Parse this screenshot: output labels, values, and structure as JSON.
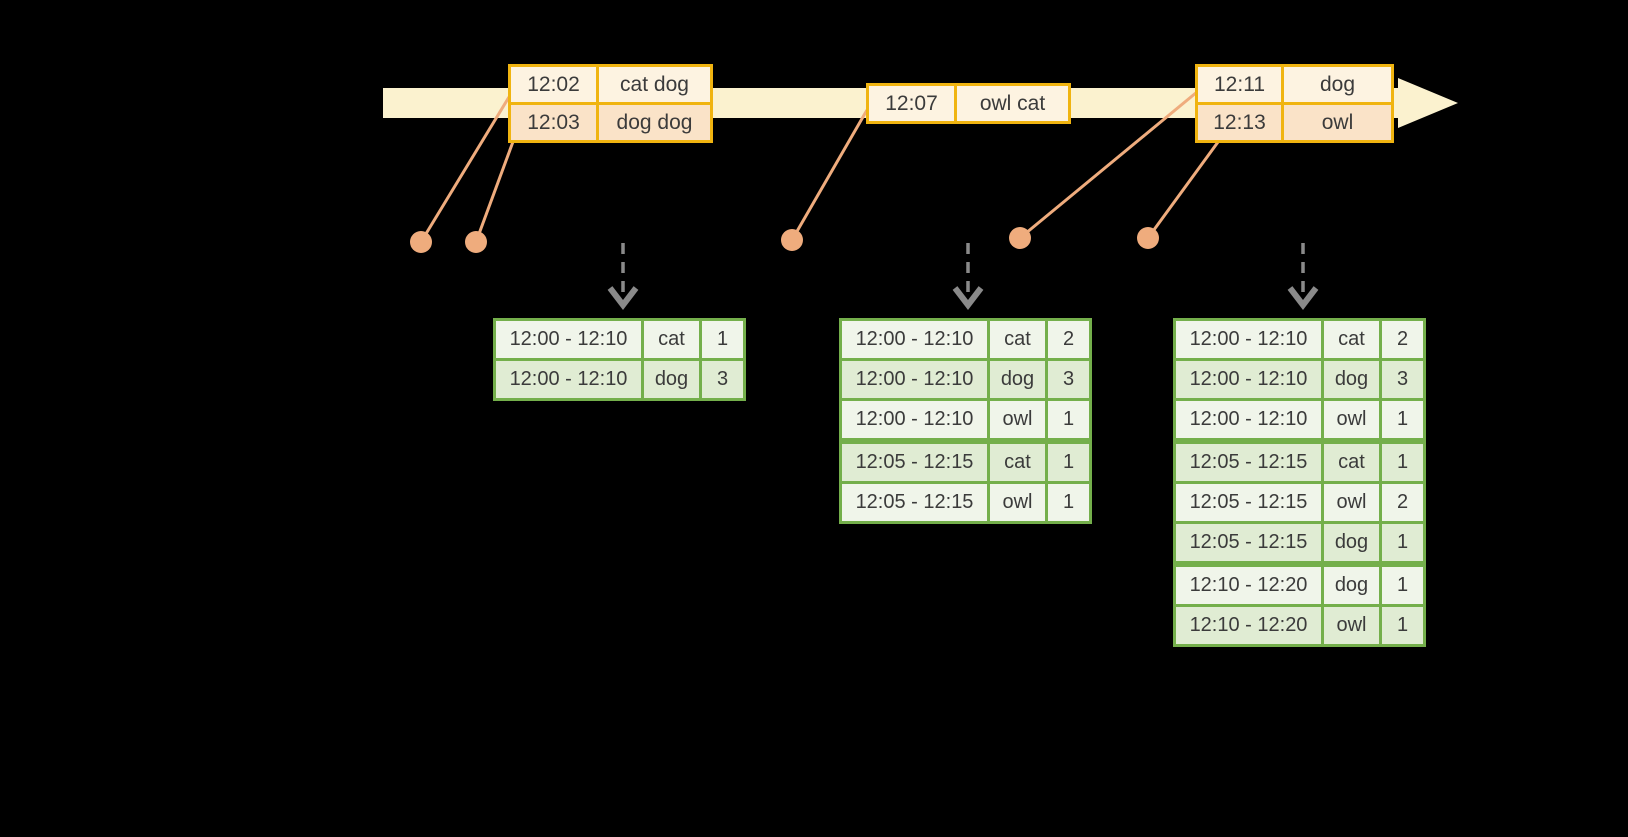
{
  "colors": {
    "background": "#000000",
    "timeline_fill": "#FBF2CF",
    "event_border": "#F0B410",
    "event_row_dark": "#FAE3C8",
    "event_row_light": "#FDF3E1",
    "connector": "#EFAC7D",
    "result_border": "#74AF4B",
    "result_row_dark": "#E0ECD3",
    "result_row_light": "#F0F5EA",
    "arrow_gray": "#8A8A8A",
    "text": "#3B3B3B"
  },
  "event_tables": [
    {
      "rows": [
        [
          "12:02",
          "cat dog"
        ],
        [
          "12:03",
          "dog dog"
        ]
      ]
    },
    {
      "rows": [
        [
          "12:07",
          "owl cat"
        ]
      ]
    },
    {
      "rows": [
        [
          "12:11",
          "dog"
        ],
        [
          "12:13",
          "owl"
        ]
      ]
    }
  ],
  "result_tables": [
    {
      "rows": [
        [
          "12:00 - 12:10",
          "cat",
          "1"
        ],
        [
          "12:00 - 12:10",
          "dog",
          "3"
        ]
      ],
      "group_breaks": []
    },
    {
      "rows": [
        [
          "12:00 - 12:10",
          "cat",
          "2"
        ],
        [
          "12:00 - 12:10",
          "dog",
          "3"
        ],
        [
          "12:00 - 12:10",
          "owl",
          "1"
        ],
        [
          "12:05 - 12:15",
          "cat",
          "1"
        ],
        [
          "12:05 - 12:15",
          "owl",
          "1"
        ]
      ],
      "group_breaks": [
        3
      ]
    },
    {
      "rows": [
        [
          "12:00 - 12:10",
          "cat",
          "2"
        ],
        [
          "12:00 - 12:10",
          "dog",
          "3"
        ],
        [
          "12:00 - 12:10",
          "owl",
          "1"
        ],
        [
          "12:05 - 12:15",
          "cat",
          "1"
        ],
        [
          "12:05 - 12:15",
          "owl",
          "2"
        ],
        [
          "12:05 - 12:15",
          "dog",
          "1"
        ],
        [
          "12:10 - 12:20",
          "dog",
          "1"
        ],
        [
          "12:10 - 12:20",
          "owl",
          "1"
        ]
      ],
      "group_breaks": [
        3,
        6
      ]
    }
  ]
}
